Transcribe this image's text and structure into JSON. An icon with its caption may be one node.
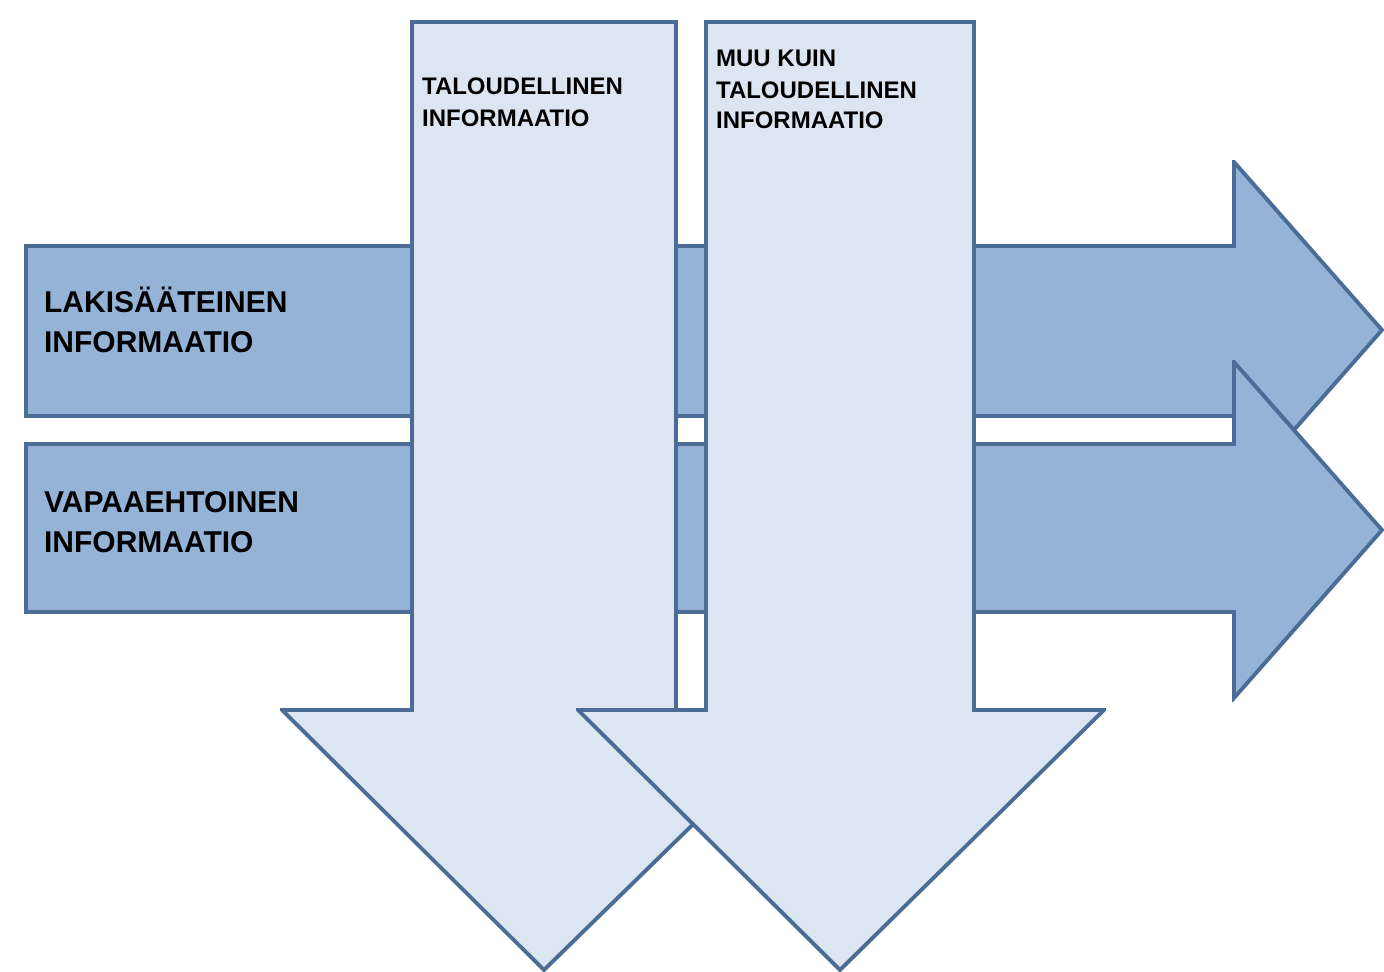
{
  "diagram": {
    "nodes": [
      {
        "text": [
          "LAKISÄÄTEINEN INFORMAATIO"
        ]
      },
      {
        "text": [
          "VAPAAEHTOINEN INFORMAATIO"
        ]
      },
      {
        "text": [
          "TALOUDELLINEN INFORMAATIO"
        ]
      },
      {
        "text": [
          "MUU KUIN TALOUDELLINEN INFORMAATIO"
        ]
      }
    ]
  }
}
